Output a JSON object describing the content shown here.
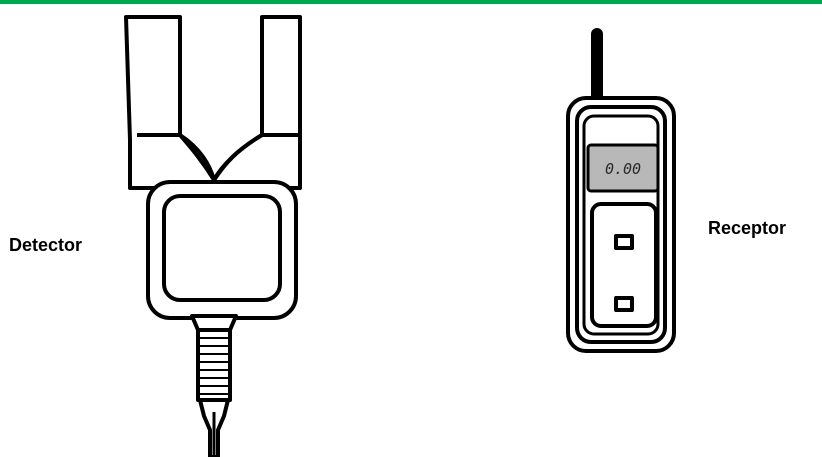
{
  "colors": {
    "accent_bar": "#00a651",
    "stroke": "#000000",
    "lcd_background": "#b8b8b8",
    "lcd_text": "#2a2a2a"
  },
  "labels": {
    "detector": "Detector",
    "receptor": "Receptor"
  },
  "receptor": {
    "display_value": "0.00"
  }
}
